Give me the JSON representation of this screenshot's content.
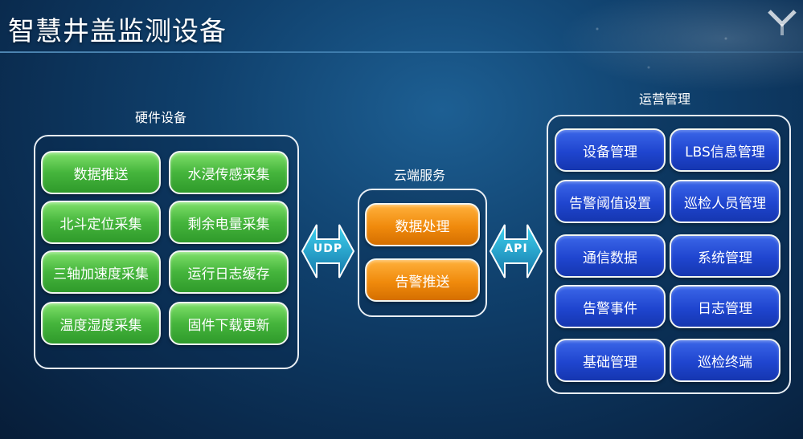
{
  "title": "智慧井盖监测设备",
  "hardware": {
    "label": "硬件设备",
    "items": [
      "数据推送",
      "水浸传感采集",
      "北斗定位采集",
      "剩余电量采集",
      "三轴加速度采集",
      "运行日志缓存",
      "温度湿度采集",
      "固件下载更新"
    ]
  },
  "cloud": {
    "label": "云端服务",
    "items": [
      "数据处理",
      "告警推送"
    ]
  },
  "operations": {
    "label": "运营管理",
    "items": [
      "设备管理",
      "LBS信息管理",
      "告警阈值设置",
      "巡检人员管理",
      "通信数据",
      "系统管理",
      "告警事件",
      "日志管理",
      "基础管理",
      "巡检终端"
    ]
  },
  "connectors": {
    "left": "UDP",
    "right": "API"
  },
  "colors": {
    "hardware_button": "#45b53c",
    "cloud_button": "#f08a0c",
    "operations_button": "#1f45cf",
    "connector": "#1fa8c9"
  }
}
